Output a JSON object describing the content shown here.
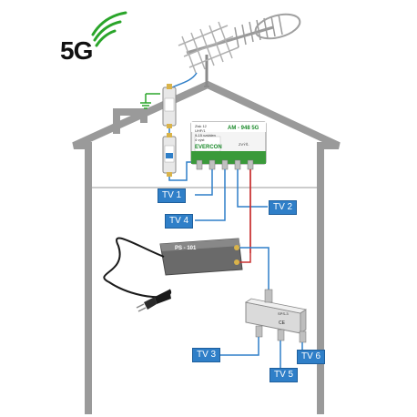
{
  "logo": {
    "text": "5G",
    "color": "#111111",
    "wave_color": "#2aa52a"
  },
  "amplifier": {
    "model": "AM - 948 5G",
    "brand": "EVERCON",
    "info_lines": [
      "Zisk 12",
      "UHF/1",
      "9-15 vzdálen",
      "4 výst",
      "ZVÝŠ."
    ],
    "body_color": "#3a9a3a"
  },
  "power_supply": {
    "model": "PS - 101",
    "body_color": "#6a6a6a"
  },
  "splitter": {
    "label": "SPS-3",
    "ce_mark": "CE"
  },
  "outputs": {
    "tv1": "TV 1",
    "tv2": "TV 2",
    "tv3": "TV 3",
    "tv4": "TV 4",
    "tv5": "TV 5",
    "tv6": "TV 6"
  },
  "colors": {
    "house_outline": "#9a9a9a",
    "cable_blue": "#2f7fc8",
    "cable_red": "#c83030",
    "label_bg": "#2f7fc8"
  }
}
